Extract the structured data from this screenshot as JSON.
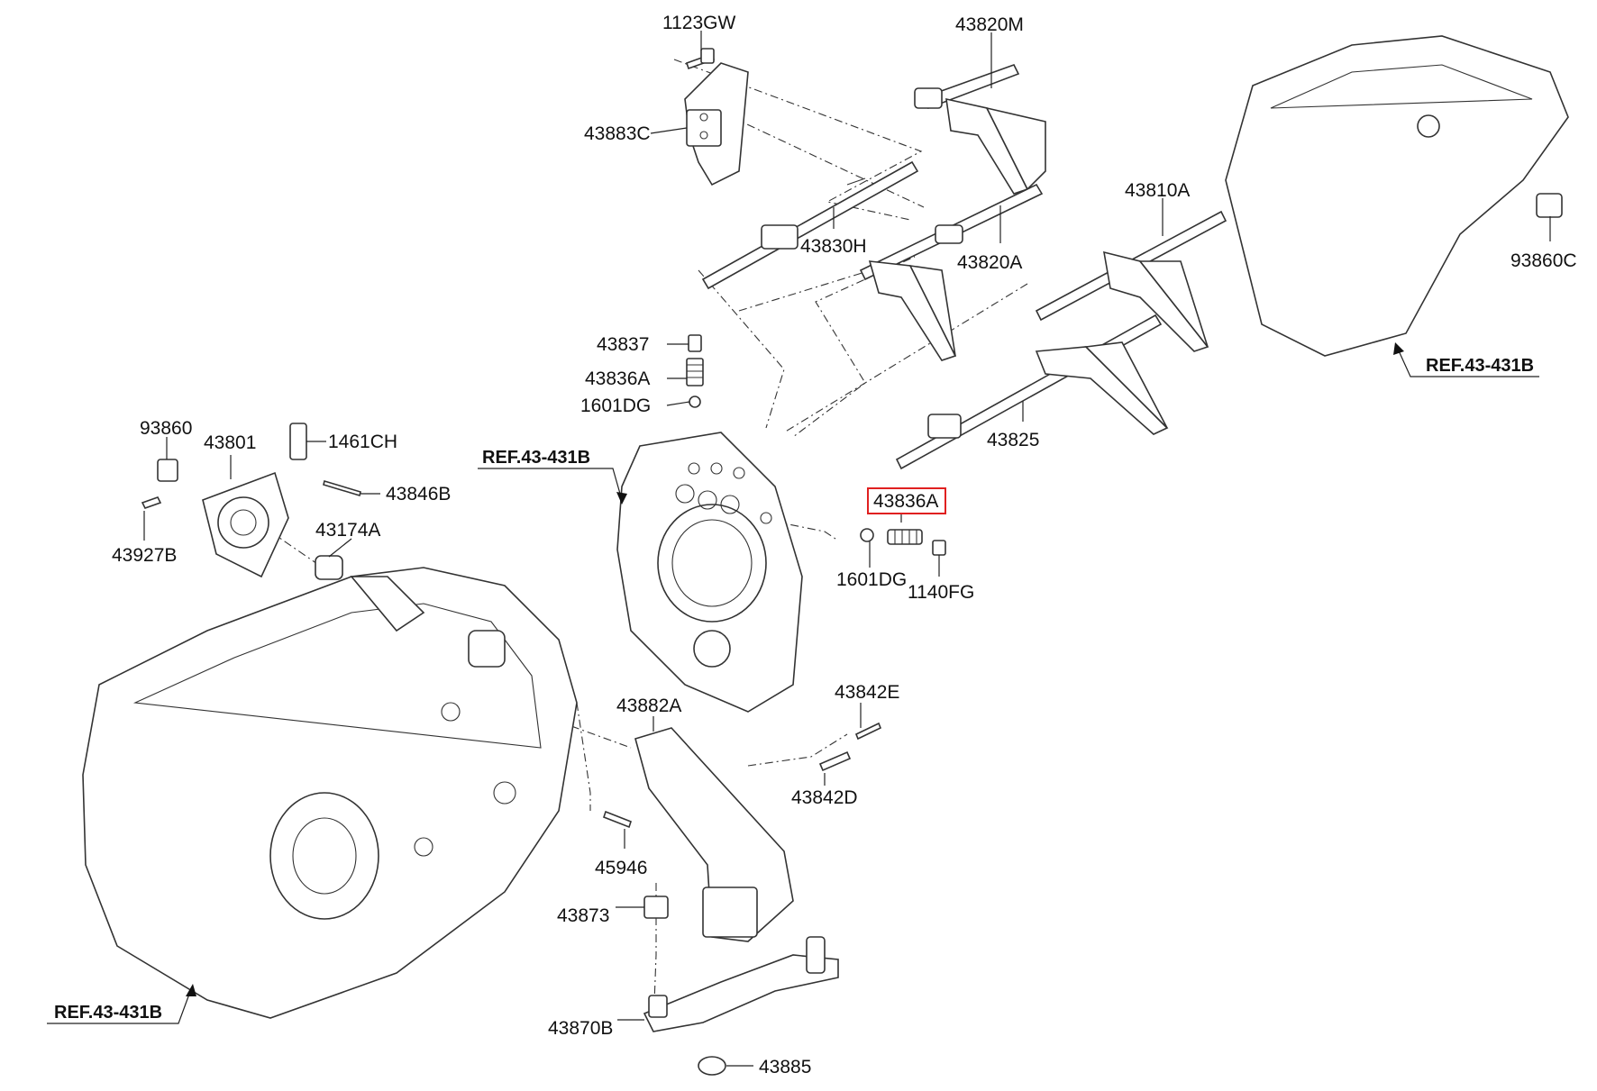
{
  "labels": {
    "l_1123GW": "1123GW",
    "l_43820M": "43820M",
    "l_43883C": "43883C",
    "l_43830H": "43830H",
    "l_43820A": "43820A",
    "l_43810A": "43810A",
    "l_93860C": "93860C",
    "l_43837": "43837",
    "l_43836A_top": "43836A",
    "l_1601DG_top": "1601DG",
    "l_43825": "43825",
    "l_93860": "93860",
    "l_43801": "43801",
    "l_1461CH": "1461CH",
    "l_43846B": "43846B",
    "l_43927B": "43927B",
    "l_43174A": "43174A",
    "l_43836A_hl": "43836A",
    "l_1601DG_mid": "1601DG",
    "l_1140FG": "1140FG",
    "l_43882A": "43882A",
    "l_43842E": "43842E",
    "l_43842D": "43842D",
    "l_45946": "45946",
    "l_43873": "43873",
    "l_43870B": "43870B",
    "l_43885": "43885"
  },
  "refs": {
    "ref_top_right": "REF.43-431B",
    "ref_middle": "REF.43-431B",
    "ref_bottom_left": "REF.43-431B"
  },
  "highlight": {
    "part": "43836A",
    "color": "#e02020"
  }
}
